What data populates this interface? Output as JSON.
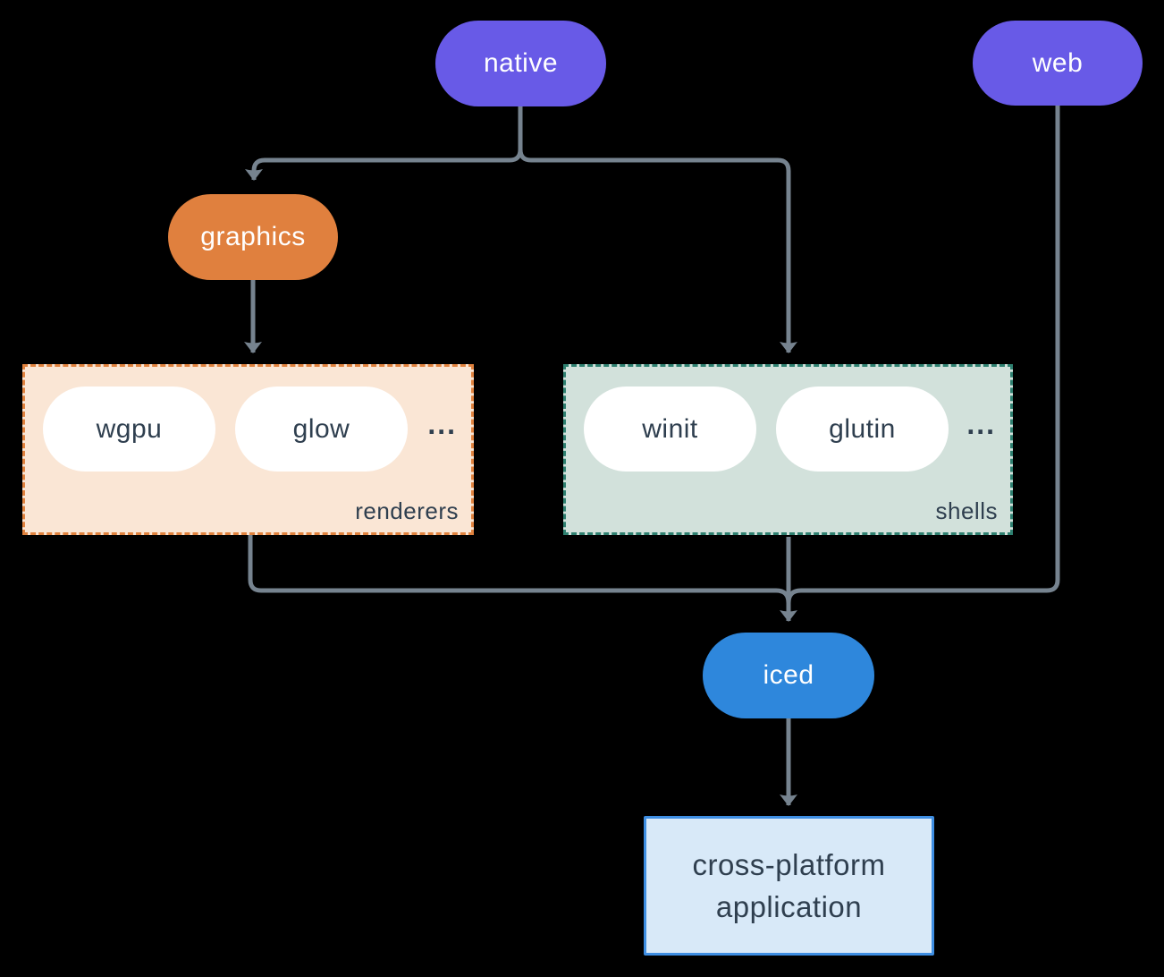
{
  "diagram": {
    "nodes": {
      "native": "native",
      "web": "web",
      "graphics": "graphics",
      "iced": "iced",
      "wgpu": "wgpu",
      "glow": "glow",
      "winit": "winit",
      "glutin": "glutin",
      "renderers_more": "...",
      "shells_more": "...",
      "renderers_label": "renderers",
      "shells_label": "shells",
      "app_line1": "cross-platform",
      "app_line2": "application"
    },
    "edges": [
      {
        "from": "native",
        "to": "graphics"
      },
      {
        "from": "native",
        "to": "shells"
      },
      {
        "from": "graphics",
        "to": "renderers"
      },
      {
        "from": "renderers",
        "to": "iced"
      },
      {
        "from": "shells",
        "to": "iced"
      },
      {
        "from": "web",
        "to": "iced"
      },
      {
        "from": "iced",
        "to": "cross-platform application"
      }
    ],
    "colors": {
      "background": "#000000",
      "native_web_pill": "#685AE7",
      "graphics_pill": "#E0803E",
      "iced_pill": "#2E87DC",
      "renderers_fill": "#FAE6D5",
      "renderers_border": "#E0823E",
      "shells_fill": "#D2E1DB",
      "shells_border": "#2E8070",
      "inner_pill_fill": "#FFFFFF",
      "dark_text": "#2F3F4F",
      "app_fill": "#D8E9F8",
      "app_border": "#3E8EE2",
      "connector": "#76838F"
    }
  }
}
